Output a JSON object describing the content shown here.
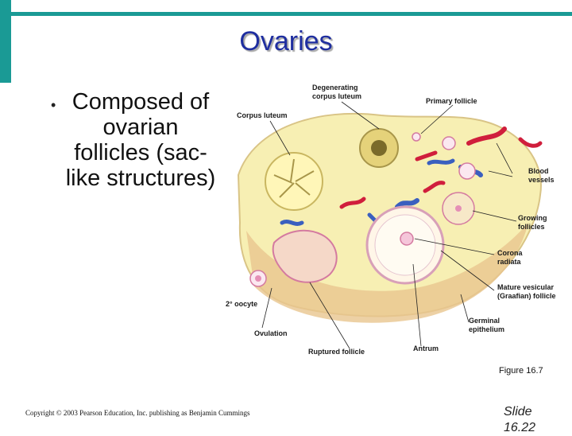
{
  "title": "Ovaries",
  "bullet": "Composed of ovarian follicles (sac-like structures)",
  "figure": {
    "caption": "Figure 16.7",
    "labels": {
      "degenerating_corpus_luteum_1": "Degenerating",
      "degenerating_corpus_luteum_2": "corpus luteum",
      "corpus_luteum": "Corpus luteum",
      "primary_follicle": "Primary follicle",
      "blood_vessels_1": "Blood",
      "blood_vessels_2": "vessels",
      "growing_follicles_1": "Growing",
      "growing_follicles_2": "follicles",
      "corona_radiata_1": "Corona",
      "corona_radiata_2": "radiata",
      "mature_follicle_1": "Mature vesicular",
      "mature_follicle_2": "(Graafian) follicle",
      "oocyte": "2° oocyte",
      "germinal_epithelium_1": "Germinal",
      "germinal_epithelium_2": "epithelium",
      "ovulation": "Ovulation",
      "ruptured_follicle": "Ruptured follicle",
      "antrum": "Antrum"
    }
  },
  "copyright": "Copyright © 2003 Pearson Education, Inc. publishing as Benjamin Cummings",
  "slide": "Slide 16.22"
}
